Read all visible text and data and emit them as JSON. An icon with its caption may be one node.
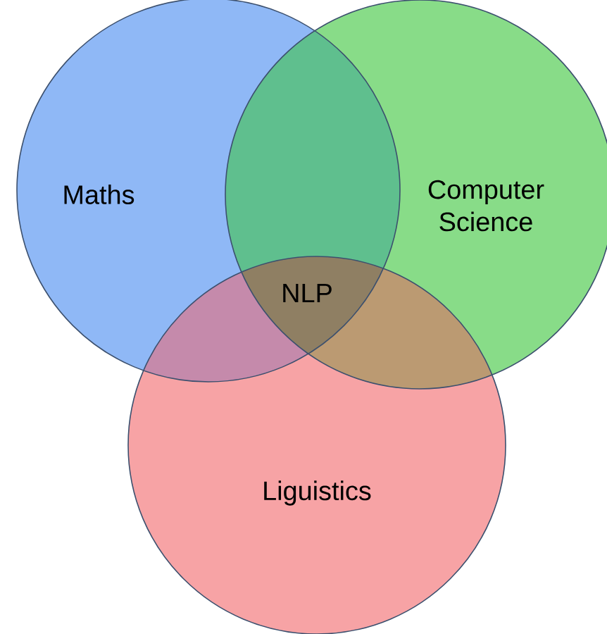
{
  "diagram": {
    "nodes": [
      {
        "text": [
          "Maths"
        ]
      },
      {
        "text": [
          "Computer Science"
        ]
      },
      {
        "text": [
          "Liguistics"
        ]
      }
    ],
    "labels": [
      "NLP"
    ]
  }
}
